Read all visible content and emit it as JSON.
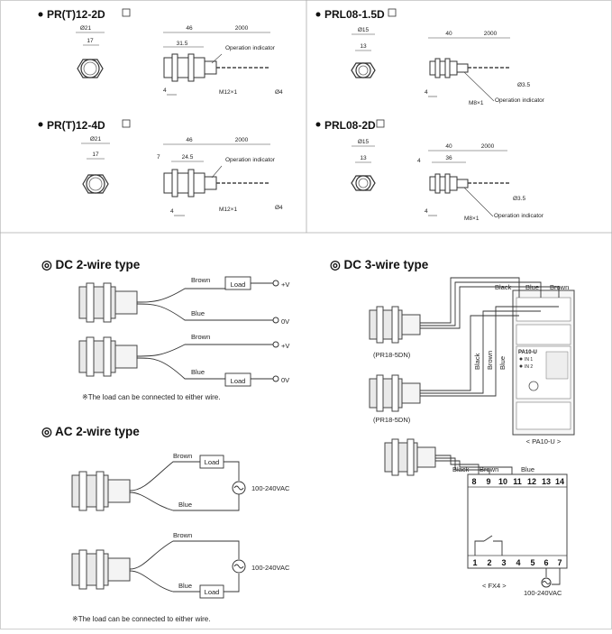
{
  "top_left": {
    "a": {
      "title": "PR(T)12-2D",
      "front_dia": "Ø21",
      "front_inner": "17",
      "len": "46",
      "body": "31.5",
      "cable": "2000",
      "led": "Operation indicator",
      "nut": "4",
      "thread": "M12×1",
      "cable_dia": "Ø4"
    },
    "b": {
      "title": "PR(T)12-4D",
      "front_dia": "Ø21",
      "front_inner": "17",
      "len": "46",
      "body": "24.5",
      "cable": "2000",
      "led": "Operation indicator",
      "head": "7",
      "nut": "4",
      "thread": "M12×1",
      "cable_dia": "Ø4"
    }
  },
  "top_right": {
    "a": {
      "title": "PRL08-1.5D",
      "front_dia": "Ø15",
      "front_inner": "13",
      "len": "40",
      "cable": "2000",
      "cable_dia": "Ø3.5",
      "nut": "4",
      "thread": "M8×1",
      "led": "Operation indicator"
    },
    "b": {
      "title": "PRL08-2D",
      "front_dia": "Ø15",
      "front_inner": "13",
      "len": "40",
      "body": "36",
      "cable": "2000",
      "head": "4",
      "nut": "4",
      "thread": "M8×1",
      "cable_dia": "Ø3.5",
      "led": "Operation indicator"
    }
  },
  "dc2": {
    "title": "◎ DC 2-wire type",
    "brown": "Brown",
    "blue": "Blue",
    "load": "Load",
    "pv": "+V",
    "zv": "0V",
    "note": "※The load can be connected to either wire."
  },
  "ac2": {
    "title": "◎ AC 2-wire type",
    "brown": "Brown",
    "blue": "Blue",
    "load": "Load",
    "supply": "100-240VAC",
    "note": "※The load can be connected to either wire."
  },
  "dc3": {
    "title": "◎ DC 3-wire type",
    "black": "Black",
    "blue": "Blue",
    "brown": "Brown",
    "sensor": "(PR18-5DN)",
    "unit": "< PA10-U >",
    "unit_label": "PA10-U",
    "in1": "IN 1",
    "in2": "IN 2",
    "fx_label": "< FX4 >",
    "fx_supply": "100-240VAC",
    "terms_top": [
      "8",
      "9",
      "10",
      "11",
      "12",
      "13",
      "14"
    ],
    "terms_bot": [
      "1",
      "2",
      "3",
      "4",
      "5",
      "6",
      "7"
    ]
  }
}
